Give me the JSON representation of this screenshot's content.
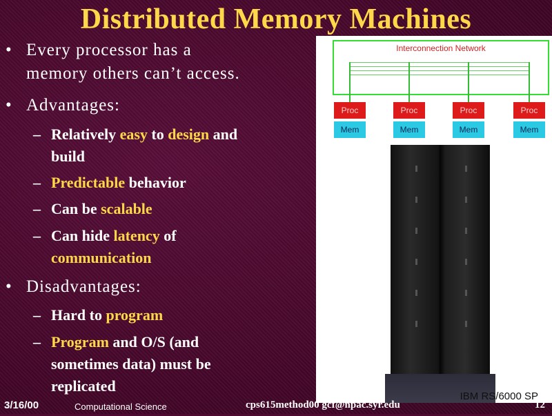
{
  "slide": {
    "title": "Distributed Memory Machines",
    "bullets": [
      {
        "marker": "•",
        "line1": "Every processor has a",
        "line2": "memory others can’t access."
      },
      {
        "marker": "•",
        "line1": "Advantages:"
      },
      {
        "marker": "•",
        "line1": "Disadvantages:"
      }
    ],
    "advantages": [
      {
        "dash": "–",
        "parts": [
          "Relatively ",
          "easy",
          " to ",
          "design",
          " and"
        ],
        "line2": "build"
      },
      {
        "dash": "–",
        "parts": [
          "Predictable",
          " behavior"
        ]
      },
      {
        "dash": "–",
        "parts": [
          "Can be ",
          "scalable"
        ]
      },
      {
        "dash": "–",
        "parts": [
          "Can hide ",
          "latency",
          " of"
        ],
        "line2": "communication"
      }
    ],
    "disadvantages": [
      {
        "dash": "–",
        "parts": [
          "Hard to ",
          "program"
        ]
      },
      {
        "dash": "–",
        "parts": [
          "Program",
          " and O/S (and"
        ],
        "line2": "sometimes data) must be",
        "line3": "replicated"
      }
    ]
  },
  "diagram": {
    "network_label": "Interconnection Network",
    "nodes": [
      {
        "proc": "Proc",
        "mem": "Mem"
      },
      {
        "proc": "Proc",
        "mem": "Mem"
      },
      {
        "proc": "Proc",
        "mem": "Mem"
      },
      {
        "proc": "Proc",
        "mem": "Mem"
      }
    ],
    "photo_caption": "IBM RS/6000 SP"
  },
  "footer": {
    "date": "3/16/00",
    "course": "Computational Science",
    "file_email": "cps615method00  gcf@npac.syr.edu",
    "page": "12"
  },
  "colors": {
    "background": "#4e0b32",
    "highlight": "#ffd84a",
    "network": "#33dd33",
    "proc": "#dd1b1b",
    "mem": "#2bc9e4"
  }
}
